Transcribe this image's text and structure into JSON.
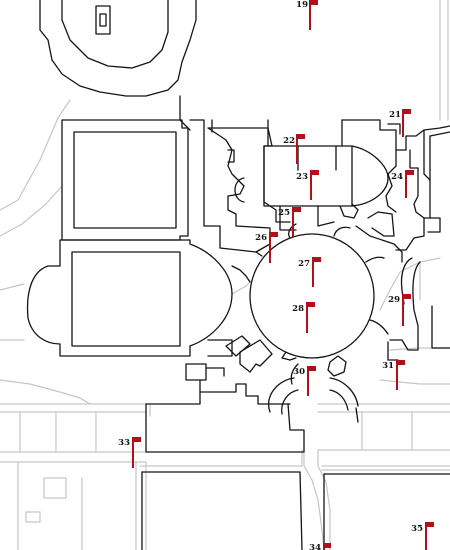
{
  "colors": {
    "flag": "#b0101a",
    "building_outline": "#141414",
    "context_outline": "#c6c6c6",
    "background": "#ffffff"
  },
  "markers": [
    {
      "id": "19",
      "label": "19"
    },
    {
      "id": "21",
      "label": "21"
    },
    {
      "id": "22",
      "label": "22"
    },
    {
      "id": "23",
      "label": "23"
    },
    {
      "id": "24",
      "label": "24"
    },
    {
      "id": "25",
      "label": "25"
    },
    {
      "id": "26",
      "label": "26"
    },
    {
      "id": "27",
      "label": "27"
    },
    {
      "id": "28",
      "label": "28"
    },
    {
      "id": "29",
      "label": "29"
    },
    {
      "id": "30",
      "label": "30"
    },
    {
      "id": "31",
      "label": "31"
    },
    {
      "id": "33",
      "label": "33"
    },
    {
      "id": "34",
      "label": "34"
    },
    {
      "id": "35",
      "label": "35"
    }
  ]
}
